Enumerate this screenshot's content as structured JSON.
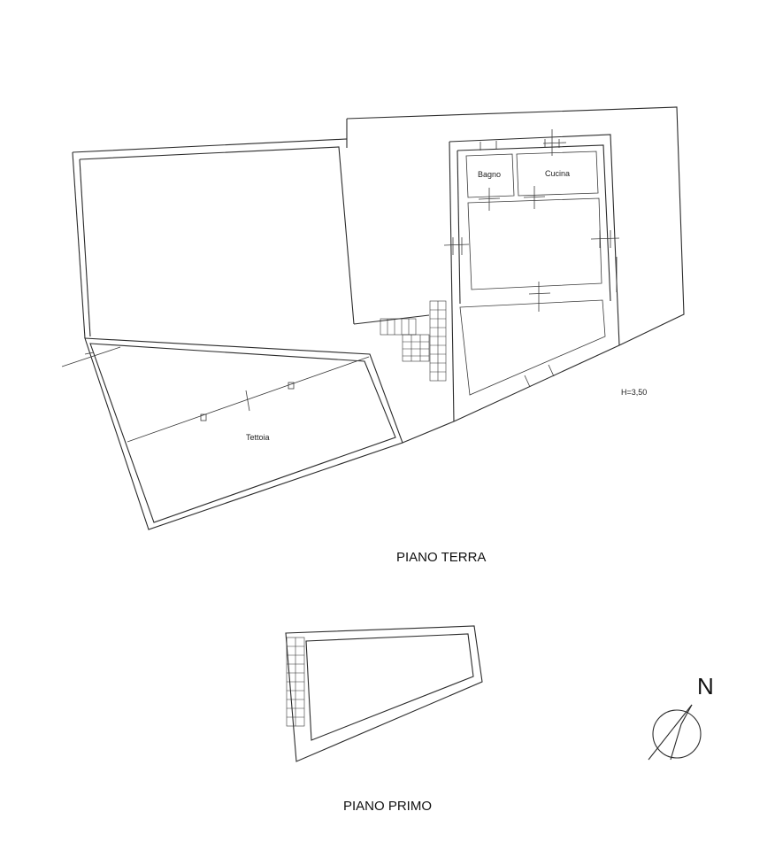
{
  "rooms": {
    "bagno": "Bagno",
    "cucina": "Cucina",
    "tettoia": "Tettoia"
  },
  "height_note": "H=3,50",
  "floors": {
    "ground": "PIANO TERRA",
    "first": "PIANO PRIMO"
  },
  "compass": {
    "north_label": "N"
  }
}
